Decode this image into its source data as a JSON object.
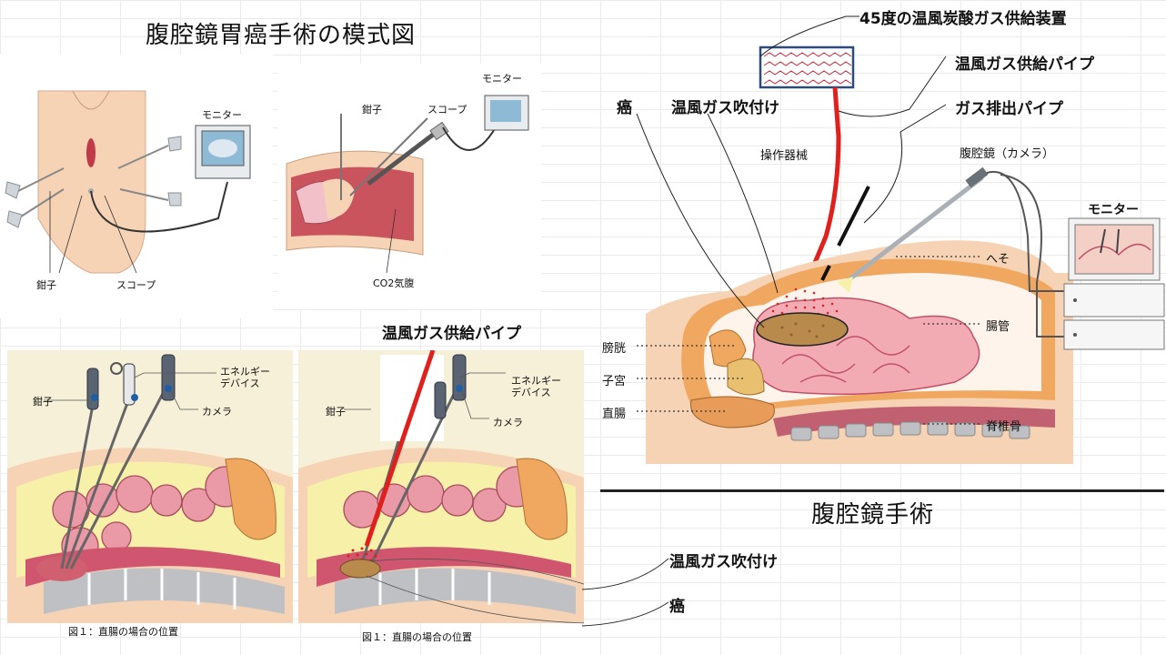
{
  "titles": {
    "top_left": "腹腔鏡胃癌手術の模式図",
    "bottom_right": "腹腔鏡手術"
  },
  "top_left_labels": {
    "monitor_1": "モニター",
    "monitor_2": "モニター",
    "forceps_1": "鉗子",
    "scope_1": "スコープ",
    "forceps_2": "鉗子",
    "scope_2": "スコープ",
    "co2": "CO2気腹"
  },
  "bottom_left_labels": {
    "forceps": "鉗子",
    "energy_device": "エネルギー\nデバイス",
    "camera": "カメラ",
    "caption": "図１：直腸の場合の位置"
  },
  "bottom_mid_labels": {
    "forceps": "鉗子",
    "energy_device": "エネルギー\nデバイス",
    "camera": "カメラ",
    "caption": "図１：直腸の場合の位置",
    "pipe": "温風ガス供給パイプ"
  },
  "bottom_callouts": {
    "gas_blow": "温風ガス吹付け",
    "cancer": "癌"
  },
  "right_labels": {
    "device": "45度の温風炭酸ガス供給装置",
    "supply_pipe": "温風ガス供給パイプ",
    "exhaust_pipe": "ガス排出パイプ",
    "cancer": "癌",
    "gas_blow": "温風ガス吹付け",
    "instrument": "操作器械",
    "laparoscope": "腹腔鏡（カメラ）",
    "monitor": "モニター",
    "navel": "へそ",
    "intestine": "腸管",
    "bladder": "膀胱",
    "uterus": "子宮",
    "rectum": "直腸",
    "spine": "脊椎骨"
  },
  "colors": {
    "pipe_red": "#e0201c",
    "skin": "#f6d3b4",
    "fat_yellow": "#f7f0a8",
    "organ_pink": "#f0a9b2",
    "organ_dark": "#c0506a",
    "bone_gray": "#bfc0c4",
    "tumor_brown": "#b88a4c",
    "orange": "#f0a860"
  }
}
